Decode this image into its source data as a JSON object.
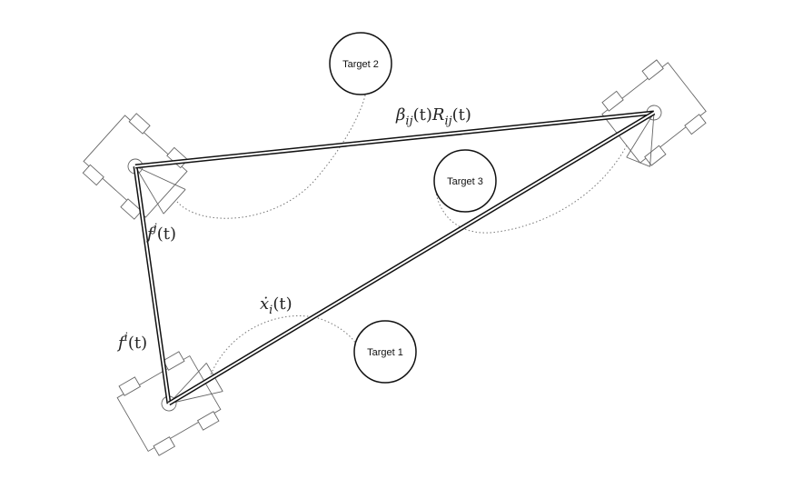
{
  "targets": [
    {
      "label": "Target 1"
    },
    {
      "label": "Target 2"
    },
    {
      "label": "Target 3"
    }
  ],
  "labels": {
    "edge_top": {
      "base1": "β",
      "sub1": "ij",
      "p1": "(t)",
      "base2": "R",
      "sub2": "ij",
      "p2": "(t)"
    },
    "velocity": {
      "base": "ẋ",
      "sub": "i",
      "p": "(t)"
    },
    "fov_j": {
      "base": "f",
      "sup": "j",
      "p": "(t)"
    },
    "fov_i": {
      "base": "f",
      "sup": "i",
      "p": "(t)"
    }
  }
}
